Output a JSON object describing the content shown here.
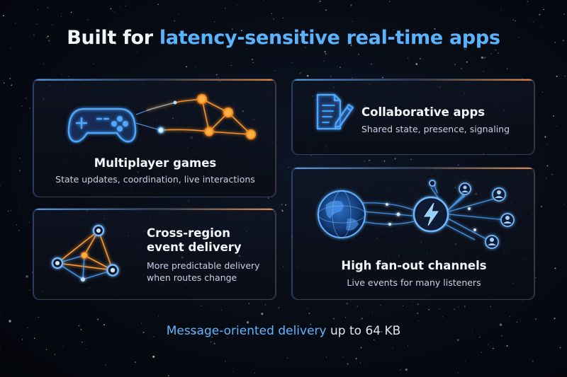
{
  "title": {
    "prefix": "Built for",
    "highlight": "latency-sensitive real-time apps"
  },
  "cards": {
    "multiplayer": {
      "title": "Multiplayer games",
      "subtitle": "State updates, coordination, live interactions",
      "icon": "gamepad-icon"
    },
    "collaborative": {
      "title": "Collaborative apps",
      "subtitle": "Shared state, presence, signaling",
      "icon": "document-pencil-icon"
    },
    "cross_region": {
      "title_line1": "Cross-region",
      "title_line2": "event delivery",
      "subtitle_line1": "More predictable delivery",
      "subtitle_line2": "when routes change",
      "icon": "network-triangle-icon"
    },
    "fan_out": {
      "title": "High fan-out channels",
      "subtitle": "Live events for many listeners",
      "icon": "globe-lightning-icon"
    }
  },
  "footer": {
    "highlight": "Message-oriented delivery",
    "suffix": "up to 64 KB"
  },
  "colors": {
    "accent_blue": "#59b4ff",
    "accent_orange": "#ff9a2e",
    "background": "#070b14"
  }
}
